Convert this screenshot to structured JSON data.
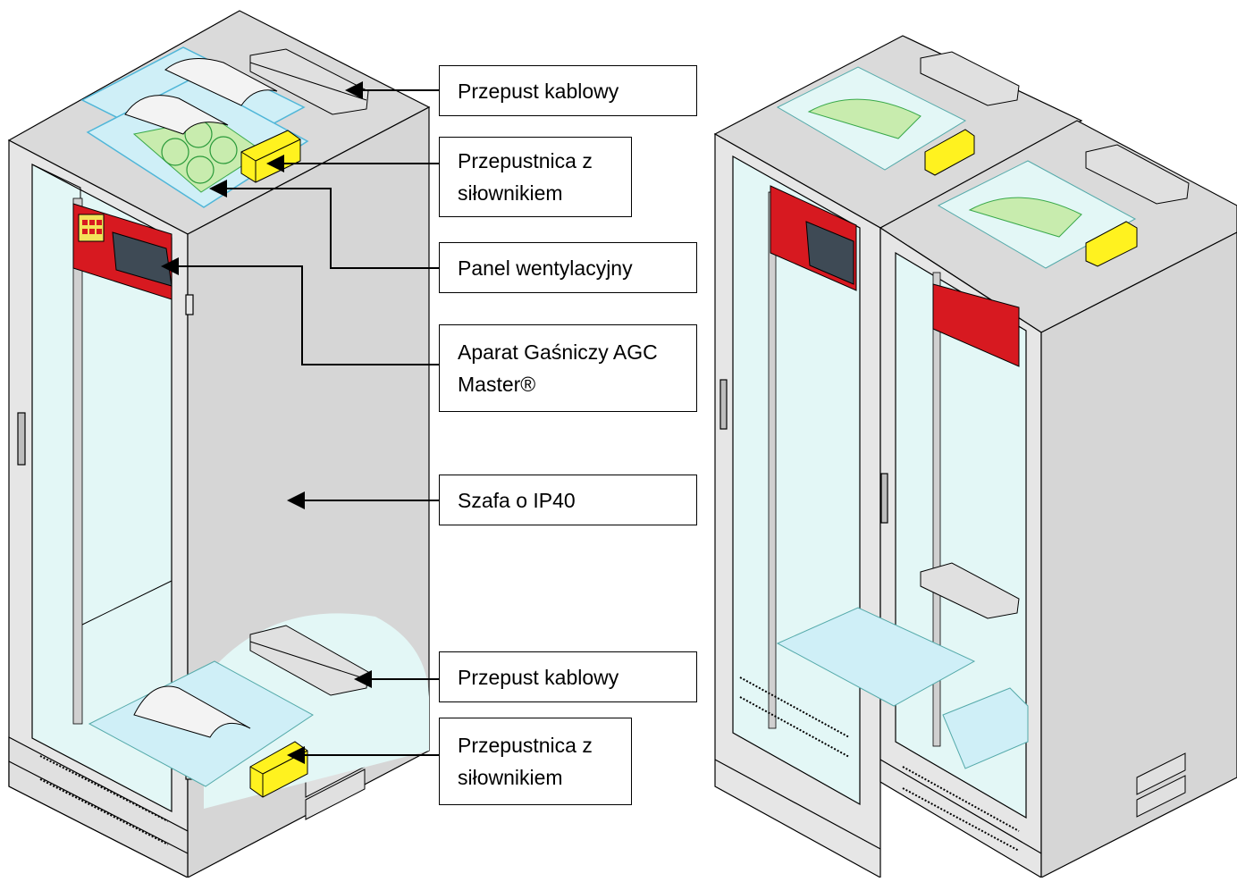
{
  "labels": {
    "cable_gland_top": "Przepust kablowy",
    "damper_top_line1": "Przepustnica z",
    "damper_top_line2": "siłownikiem",
    "vent_panel": "Panel wentylacyjny",
    "extinguisher_line1": "Aparat Gaśniczy AGC",
    "extinguisher_line2": "Master®",
    "cabinet": "Szafa o IP40",
    "cable_gland_bottom": "Przepust kablowy",
    "damper_bottom_line1": "Przepustnica z",
    "damper_bottom_line2": "siłownikiem"
  },
  "colors": {
    "cabinet_body": "#e6e6e6",
    "cabinet_top": "#dadada",
    "cabinet_side": "#d4d4d4",
    "glass": "#e3f7f6",
    "extinguisher_red": "#d71920",
    "damper_yellow": "#fff21f",
    "fan_green": "#c8ecae"
  }
}
